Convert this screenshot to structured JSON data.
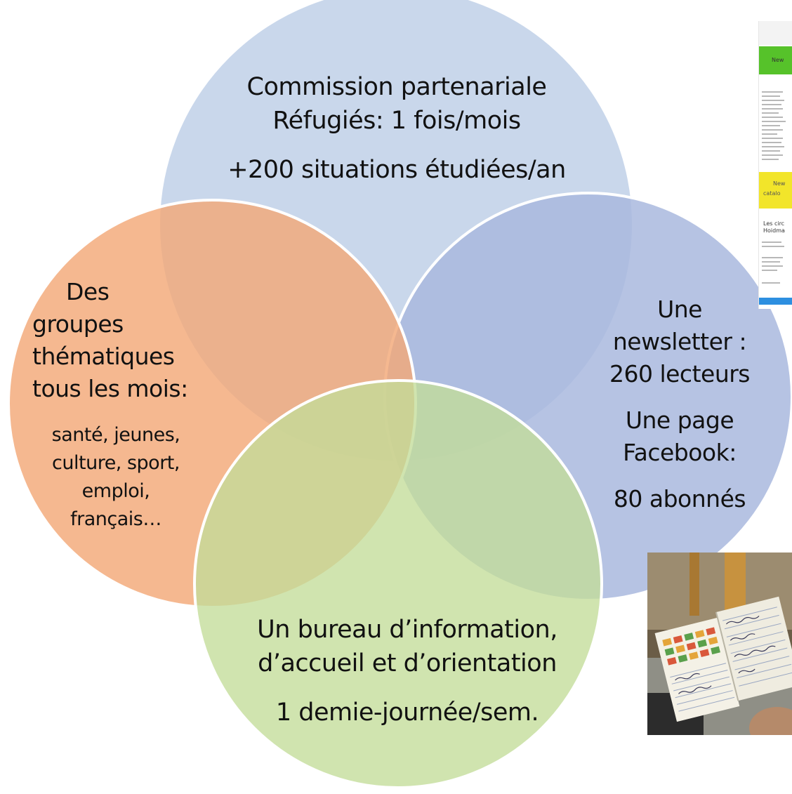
{
  "colors": {
    "top_circle": "#bfd0e7",
    "left_circle": "#f3a877",
    "right_circle": "#a9b8de",
    "bottom_circle": "#c3dc98",
    "nl_green": "#56c22a",
    "nl_yellow": "#f2e52a",
    "nl_blue": "#2d8fe0"
  },
  "circles": {
    "top": {
      "lines": [
        "Commission partenariale",
        "Réfugiés: 1 fois/mois"
      ],
      "stat": "+200 situations étudiées/an"
    },
    "left": {
      "lines": [
        "Des",
        "groupes",
        "thématiques",
        "tous les mois:"
      ],
      "details": [
        "santé, jeunes,",
        "culture, sport,",
        "emploi,",
        "français…"
      ]
    },
    "right": {
      "lines": [
        "Une",
        "newsletter :",
        "260 lecteurs"
      ],
      "page_lines": [
        "Une page",
        "Facebook:"
      ],
      "stat": "80 abonnés"
    },
    "bottom": {
      "lines": [
        "Un bureau d’information,",
        "d’accueil et d’orientation"
      ],
      "stat": "1 demie-journée/sem."
    }
  },
  "newsletter_thumb": {
    "header": "New",
    "yellow_band": [
      "New",
      "catalo"
    ],
    "section_title": [
      "Les circ",
      "Hoidma"
    ]
  }
}
